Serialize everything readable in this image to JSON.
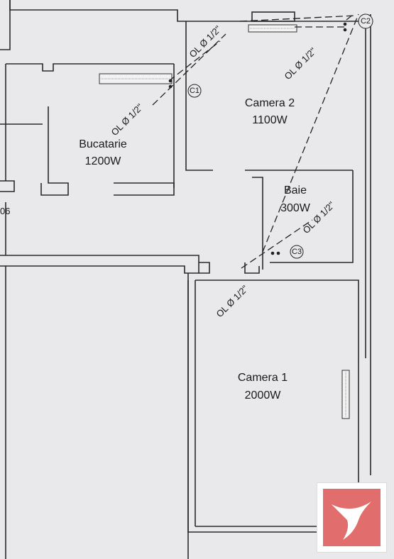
{
  "rooms": {
    "bucatarie": {
      "name": "Bucatarie",
      "power": "1200W"
    },
    "camera2": {
      "name": "Camera 2",
      "power": "1100W"
    },
    "baie": {
      "name": "Baie",
      "power": "300W"
    },
    "camera1": {
      "name": "Camera 1",
      "power": "2000W"
    }
  },
  "pipes": {
    "p1": "OL Ø 1/2\"",
    "p2": "OL Ø 1/2\"",
    "p3": "OL Ø 1/2\"",
    "p4": "OL Ø 1/2\"",
    "p5": "OL Ø 1/2\""
  },
  "nodes": {
    "c1": "C1",
    "c2": "C2",
    "c3": "C3"
  },
  "edge_text": {
    "left_number": "06"
  },
  "colors": {
    "logo_accent": "#e26d6d",
    "ink": "#222222",
    "paper": "#e9e9ec"
  },
  "icons": {
    "logo": "bird-logo-icon"
  }
}
